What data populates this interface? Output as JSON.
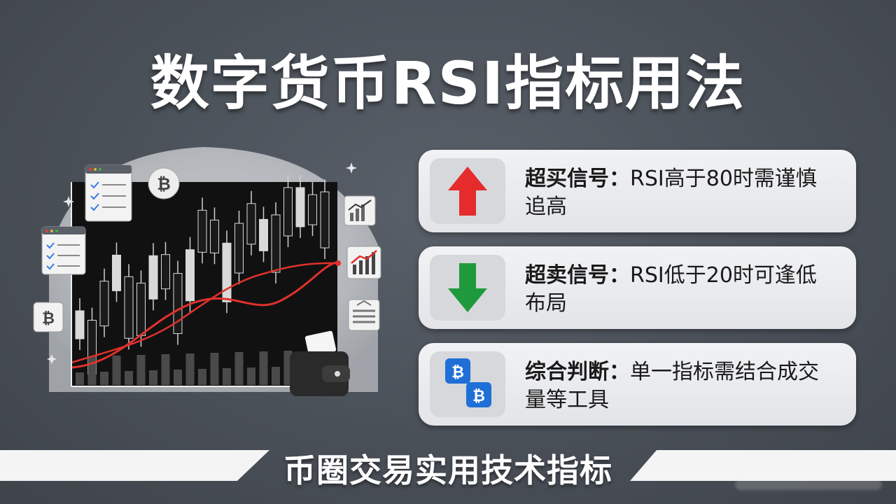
{
  "title": "数字货币RSI指标用法",
  "cards": [
    {
      "icon": "red-up-arrow-icon",
      "label": "超买信号：",
      "desc": "RSI高于80时需谨慎追高"
    },
    {
      "icon": "green-down-arrow-icon",
      "label": "超卖信号：",
      "desc": "RSI低于20时可逢低布局"
    },
    {
      "icon": "bitcoin-badges-icon",
      "label": "综合判断：",
      "desc": "单一指标需结合成交量等工具"
    }
  ],
  "footer": "币圈交易实用技术指标",
  "colors": {
    "background": "#4a5058",
    "card": "#e8e9eb",
    "up": "#e52b2b",
    "down": "#1e9a3c",
    "bitcoin_blue": "#1f6fd6",
    "rsi_line": "#e0312c"
  },
  "illustration": {
    "icons": [
      "bitcoin-coin-icon",
      "checklist-window-icon",
      "bar-chart-up-icon",
      "wallet-icon",
      "cash-stack-icon",
      "bitcoin-tag-icon"
    ]
  }
}
